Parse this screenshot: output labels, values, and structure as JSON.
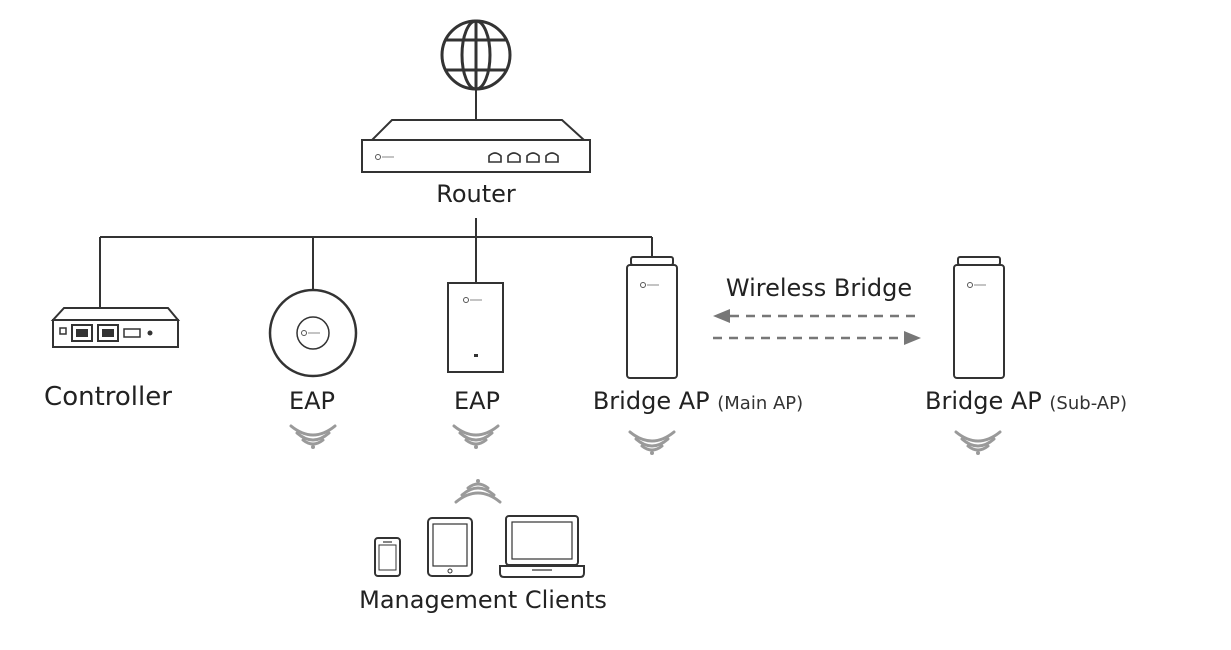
{
  "labels": {
    "router": "Router",
    "controller": "Controller",
    "eap_ceiling": "EAP",
    "eap_wall": "EAP",
    "bridge_main": "Bridge AP",
    "bridge_main_note": "(Main AP)",
    "bridge_sub": "Bridge AP",
    "bridge_sub_note": "(Sub-AP)",
    "wireless_bridge": "Wireless Bridge",
    "management_clients": "Management Clients"
  },
  "icons": {
    "internet": "globe-icon",
    "router": "router-icon",
    "controller": "controller-icon",
    "ceiling_ap": "ceiling-eap-icon",
    "wall_ap": "wall-plate-eap-icon",
    "outdoor_ap": "outdoor-cpe-icon",
    "wifi": "wifi-signal-icon",
    "phone": "smartphone-icon",
    "tablet": "tablet-icon",
    "laptop": "laptop-icon"
  },
  "colors": {
    "stroke": "#333333",
    "wave": "#9a9a9a",
    "arrow": "#777777",
    "text": "#222222"
  }
}
